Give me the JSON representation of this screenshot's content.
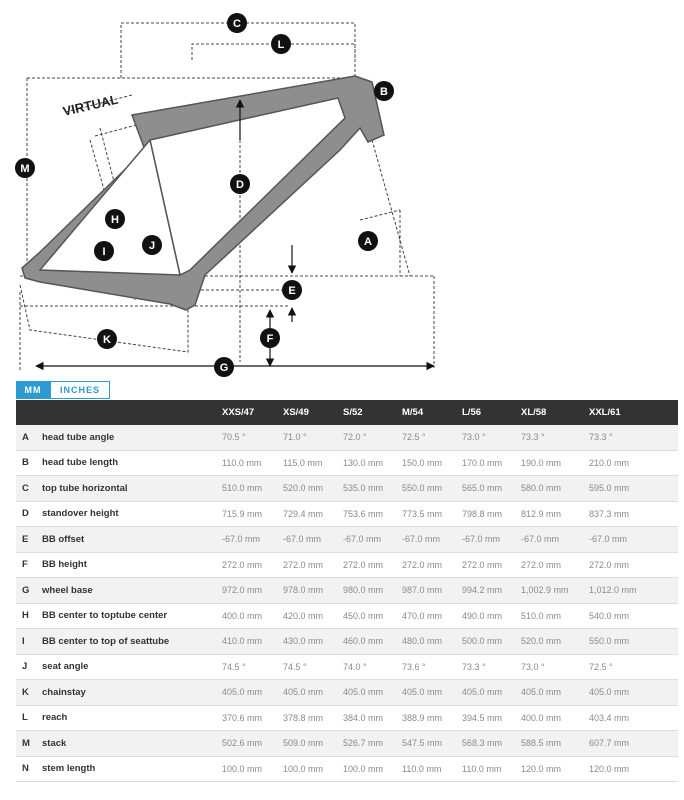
{
  "diagram": {
    "virtual_label": "VIRTUAL",
    "markers": [
      "A",
      "B",
      "C",
      "D",
      "E",
      "F",
      "G",
      "H",
      "I",
      "J",
      "K",
      "L",
      "M"
    ]
  },
  "units": {
    "mm": "MM",
    "inches": "INCHES",
    "active": "MM"
  },
  "table": {
    "sizes": [
      "XXS/47",
      "XS/49",
      "S/52",
      "M/54",
      "L/56",
      "XL/58",
      "XXL/61"
    ],
    "rows": [
      {
        "letter": "A",
        "label": "head tube angle",
        "values": [
          "70.5 °",
          "71.0 °",
          "72.0 °",
          "72.5 °",
          "73.0 °",
          "73.3 °",
          "73.3 °"
        ]
      },
      {
        "letter": "B",
        "label": "head tube length",
        "values": [
          "110.0 mm",
          "115.0 mm",
          "130.0 mm",
          "150.0 mm",
          "170.0 mm",
          "190.0 mm",
          "210.0 mm"
        ]
      },
      {
        "letter": "C",
        "label": "top tube horizontal",
        "values": [
          "510.0 mm",
          "520.0 mm",
          "535.0 mm",
          "550.0 mm",
          "565.0 mm",
          "580.0 mm",
          "595.0 mm"
        ]
      },
      {
        "letter": "D",
        "label": "standover height",
        "values": [
          "715.9 mm",
          "729.4 mm",
          "753.6 mm",
          "773.5 mm",
          "798.8 mm",
          "812.9 mm",
          "837.3 mm"
        ]
      },
      {
        "letter": "E",
        "label": "BB offset",
        "values": [
          "-67.0 mm",
          "-67.0 mm",
          "-67.0 mm",
          "-67.0 mm",
          "-67.0 mm",
          "-67.0 mm",
          "-67.0 mm"
        ]
      },
      {
        "letter": "F",
        "label": "BB height",
        "values": [
          "272.0 mm",
          "272.0 mm",
          "272.0 mm",
          "272.0 mm",
          "272.0 mm",
          "272.0 mm",
          "272.0 mm"
        ]
      },
      {
        "letter": "G",
        "label": "wheel base",
        "values": [
          "972.0 mm",
          "978.0 mm",
          "980.0 mm",
          "987.0 mm",
          "994.2 mm",
          "1,002.9 mm",
          "1,012.0 mm"
        ]
      },
      {
        "letter": "H",
        "label": "BB center to toptube center",
        "values": [
          "400.0 mm",
          "420.0 mm",
          "450.0 mm",
          "470.0 mm",
          "490.0 mm",
          "510.0 mm",
          "540.0 mm"
        ]
      },
      {
        "letter": "I",
        "label": "BB center to top of seattube",
        "values": [
          "410.0 mm",
          "430.0 mm",
          "460.0 mm",
          "480.0 mm",
          "500.0 mm",
          "520.0 mm",
          "550.0 mm"
        ]
      },
      {
        "letter": "J",
        "label": "seat angle",
        "values": [
          "74.5 °",
          "74.5 °",
          "74.0 °",
          "73.6 °",
          "73.3 °",
          "73.0 °",
          "72.5 °"
        ]
      },
      {
        "letter": "K",
        "label": "chainstay",
        "values": [
          "405.0 mm",
          "405.0 mm",
          "405.0 mm",
          "405.0 mm",
          "405.0 mm",
          "405.0 mm",
          "405.0 mm"
        ]
      },
      {
        "letter": "L",
        "label": "reach",
        "values": [
          "370.6 mm",
          "378.8 mm",
          "384.0 mm",
          "388.9 mm",
          "394.5 mm",
          "400.0 mm",
          "403.4 mm"
        ]
      },
      {
        "letter": "M",
        "label": "stack",
        "values": [
          "502.6 mm",
          "509.0 mm",
          "526.7 mm",
          "547.5 mm",
          "568.3 mm",
          "588.5 mm",
          "607.7 mm"
        ]
      },
      {
        "letter": "N",
        "label": "stem length",
        "values": [
          "100.0 mm",
          "100.0 mm",
          "100.0 mm",
          "110.0 mm",
          "110.0 mm",
          "120.0 mm",
          "120.0 mm"
        ]
      }
    ]
  }
}
